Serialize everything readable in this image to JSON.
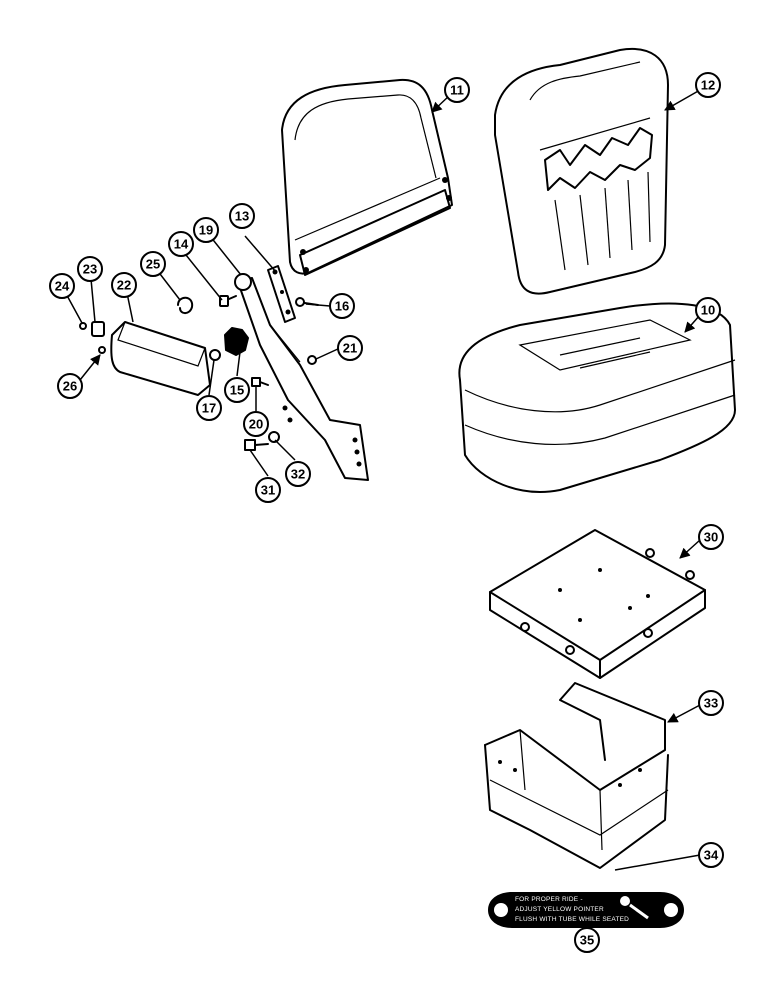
{
  "colors": {
    "line": "#000000",
    "background": "#ffffff"
  },
  "callouts": {
    "c10": "10",
    "c11": "11",
    "c12": "12",
    "c13": "13",
    "c14": "14",
    "c15": "15",
    "c16": "16",
    "c17": "17",
    "c19": "19",
    "c20": "20",
    "c21": "21",
    "c22": "22",
    "c23": "23",
    "c24": "24",
    "c25": "25",
    "c26": "26",
    "c30": "30",
    "c31": "31",
    "c32": "32",
    "c33": "33",
    "c34": "34",
    "c35": "35"
  },
  "decal": {
    "line1": "FOR PROPER RIDE -",
    "line2": "ADJUST YELLOW POINTER",
    "line3": "FLUSH WITH TUBE WHILE SEATED"
  }
}
